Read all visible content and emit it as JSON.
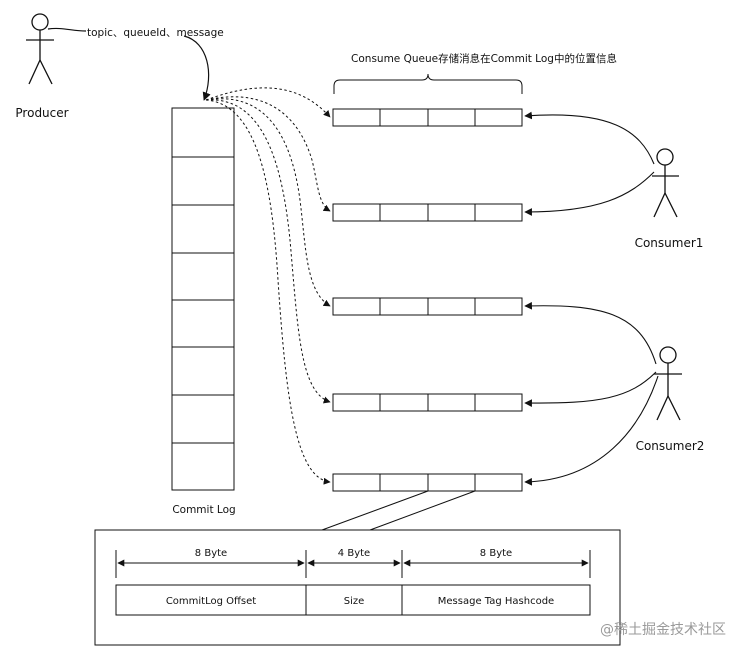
{
  "producer": {
    "label": "Producer",
    "message_fields": "topic、queueId、message"
  },
  "commit_log": {
    "label": "Commit Log"
  },
  "consume_queue": {
    "caption": "Consume Queue存储消息在Commit Log中的位置信息"
  },
  "consumers": [
    {
      "label": "Consumer1"
    },
    {
      "label": "Consumer2"
    }
  ],
  "entry_format": {
    "fields": [
      {
        "size": "8 Byte",
        "name": "CommitLog Offset"
      },
      {
        "size": "4 Byte",
        "name": "Size"
      },
      {
        "size": "8 Byte",
        "name": "Message Tag Hashcode"
      }
    ]
  },
  "watermark": "@稀土掘金技术社区"
}
